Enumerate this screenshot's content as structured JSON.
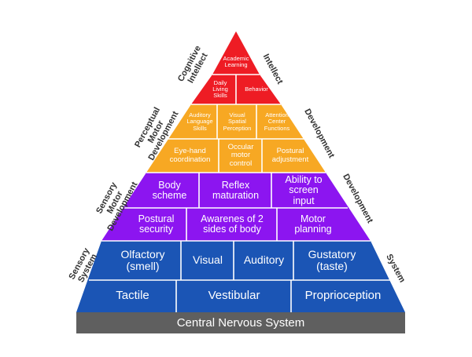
{
  "colors": {
    "cognitive": "#ee1c24",
    "perceptual": "#f7a823",
    "sensory_motor": "#8c15f0",
    "sensory_system": "#1b55b5",
    "cns": "#5f5f5f",
    "line": "#ffffff"
  },
  "base": {
    "label": "Central Nervous System"
  },
  "tiers": {
    "cognitive": {
      "left_label": "Cognitive\nIntellect",
      "right_label": "Intellect",
      "top": "Academic\nLearning",
      "row2": [
        "Daily\nLiving\nSkills",
        "Behavior"
      ]
    },
    "perceptual": {
      "left_label": "Perceptual\nMotor\nDevelopment",
      "right_label": "Development",
      "row1": [
        "Auditory\nLanguage\nSkills",
        "Visual\nSpatial\nPerception",
        "Attention\nCenter\nFunctions"
      ],
      "row2": [
        "Eye-hand\ncoordination",
        "Occular\nmotor\ncontrol",
        "Postural\nadjustment"
      ]
    },
    "sensory_motor": {
      "left_label": "Sensory\nMotor\nDevelopment",
      "right_label": "Development",
      "row1": [
        "Body\nscheme",
        "Reflex\nmaturation",
        "Ability to\nscreen\ninput"
      ],
      "row2": [
        "Postural\nsecurity",
        "Awarenes of 2\nsides of body",
        "Motor\nplanning"
      ]
    },
    "sensory_system": {
      "left_label": "Sensory\nSystem",
      "right_label": "System",
      "row1": [
        "Olfactory\n(smell)",
        "Visual",
        "Auditory",
        "Gustatory\n(taste)"
      ],
      "row2": [
        "Tactile",
        "Vestibular",
        "Proprioception"
      ]
    }
  }
}
